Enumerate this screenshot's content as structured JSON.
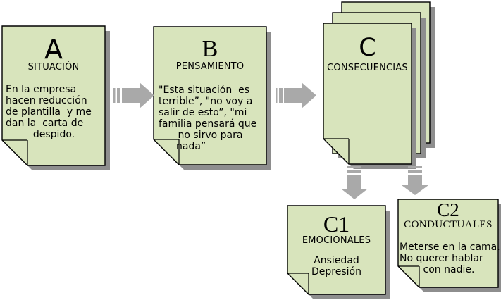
{
  "colors": {
    "background": "#ffffff",
    "card_fill": "#d8e4bc",
    "card_border": "#000000",
    "shadow": "#8e8e8e",
    "arrow": "#a9a9a9",
    "text": "#000000"
  },
  "diagram": {
    "card_a": {
      "letter": "A",
      "title": "SITUACIÓN",
      "body_lines": [
        "En la empresa",
        "hacen reducción",
        "de plantilla  y me",
        "dan la  carta de",
        "despido."
      ]
    },
    "card_b": {
      "letter": "B",
      "title": "PENSAMIENTO",
      "body_lines": [
        "\"Esta situación  es",
        "terrible”, \"no voy a",
        "salir de esto”, \"mi",
        "familia pensará que",
        "no sirvo para",
        "nada”"
      ]
    },
    "card_c": {
      "letter": "C",
      "title": "CONSECUENCIAS"
    },
    "card_c1": {
      "letter": "C1",
      "title": "EMOCIONALES",
      "body_lines": [
        "Ansiedad",
        "Depresión"
      ]
    },
    "card_c2": {
      "letter": "C2",
      "title": "CONDUCTUALES",
      "body_lines": [
        "Meterse en la cama.",
        "No querer hablar",
        "con nadie."
      ]
    }
  }
}
